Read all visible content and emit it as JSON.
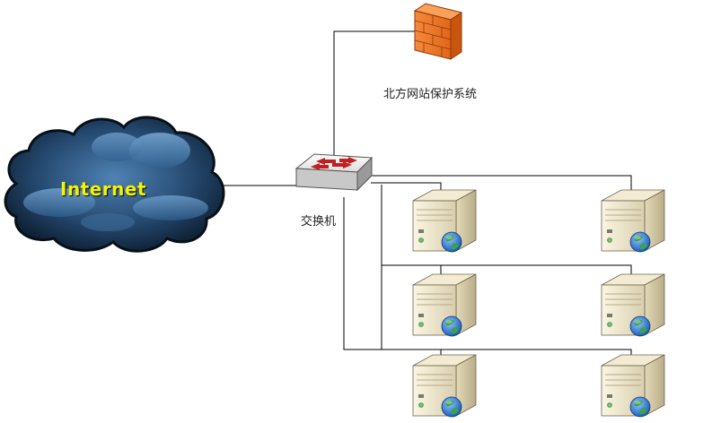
{
  "labels": {
    "internet": "Internet",
    "firewall": "北方网站保护系统",
    "switch": "交换机"
  },
  "colors": {
    "cloud_dark": "#0c1c2e",
    "cloud_light": "#5d8fbe",
    "internet_text": "#f4f400",
    "firewall": "#f07828",
    "switch_arrow": "#c02020",
    "server_body": "#efe6c8",
    "globe": "#2e7bd8",
    "line": "#000000"
  },
  "icons": [
    "cloud-icon",
    "firewall-icon",
    "switch-icon",
    "server-icon",
    "globe-icon"
  ]
}
